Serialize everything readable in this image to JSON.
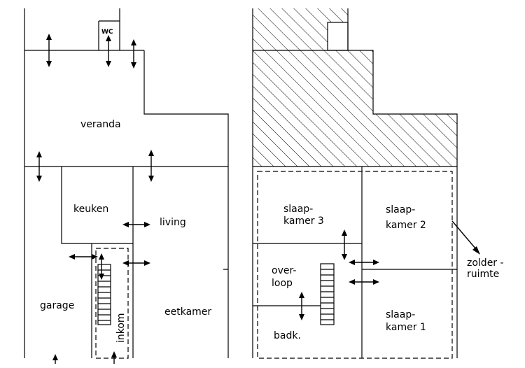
{
  "ground_floor": {
    "wc": "WC",
    "veranda": "veranda",
    "keuken": "keuken",
    "living": "living",
    "garage": "garage",
    "inkom": "inkom",
    "eetkamer": "eetkamer"
  },
  "first_floor": {
    "slaapkamer3_l1": "slaap-",
    "slaapkamer3_l2": "kamer 3",
    "slaapkamer2_l1": "slaap-",
    "slaapkamer2_l2": "kamer 2",
    "overloop_l1": "over-",
    "overloop_l2": "loop",
    "badk": "badk.",
    "slaapkamer1_l1": "slaap-",
    "slaapkamer1_l2": "kamer 1",
    "zolder_l1": "zolder -",
    "zolder_l2": "ruimte"
  }
}
